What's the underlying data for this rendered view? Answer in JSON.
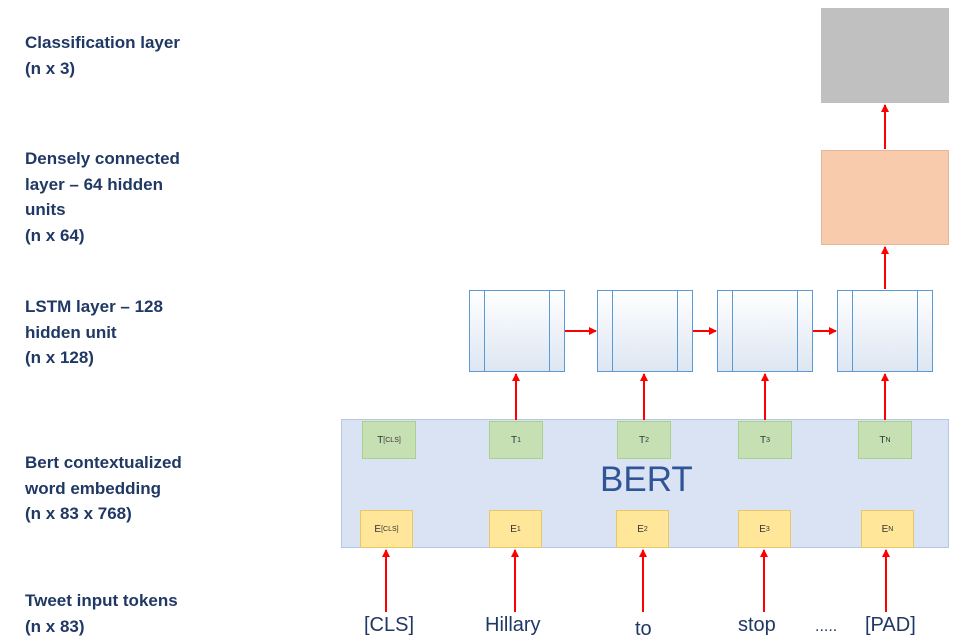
{
  "labels": {
    "classification": "Classification layer\n(n x 3)",
    "dense": "Densely connected\nlayer – 64 hidden\nunits\n(n x 64)",
    "lstm": "LSTM layer – 128\nhidden unit\n(n x 128)",
    "bert": "Bert contextualized\nword embedding\n(n x 83 x 768)",
    "tokens": "Tweet input tokens\n(n x 83)"
  },
  "bert_title": "BERT",
  "t_boxes": [
    {
      "base": "T",
      "sub": "[CLS]"
    },
    {
      "base": "T",
      "sub": "1"
    },
    {
      "base": "T",
      "sub": "2"
    },
    {
      "base": "T",
      "sub": "3"
    },
    {
      "base": "T",
      "sub": "N"
    }
  ],
  "e_boxes": [
    {
      "base": "E",
      "sub": "[CLS]"
    },
    {
      "base": "E",
      "sub": "1"
    },
    {
      "base": "E",
      "sub": "2"
    },
    {
      "base": "E",
      "sub": "3"
    },
    {
      "base": "E",
      "sub": "N"
    }
  ],
  "tokens": [
    "[CLS]",
    "Hillary",
    "to",
    "stop",
    ".....",
    "[PAD]"
  ],
  "colors": {
    "arrow": "#ff0000",
    "label_text": "#1f3864",
    "bert_text": "#2f5597"
  }
}
